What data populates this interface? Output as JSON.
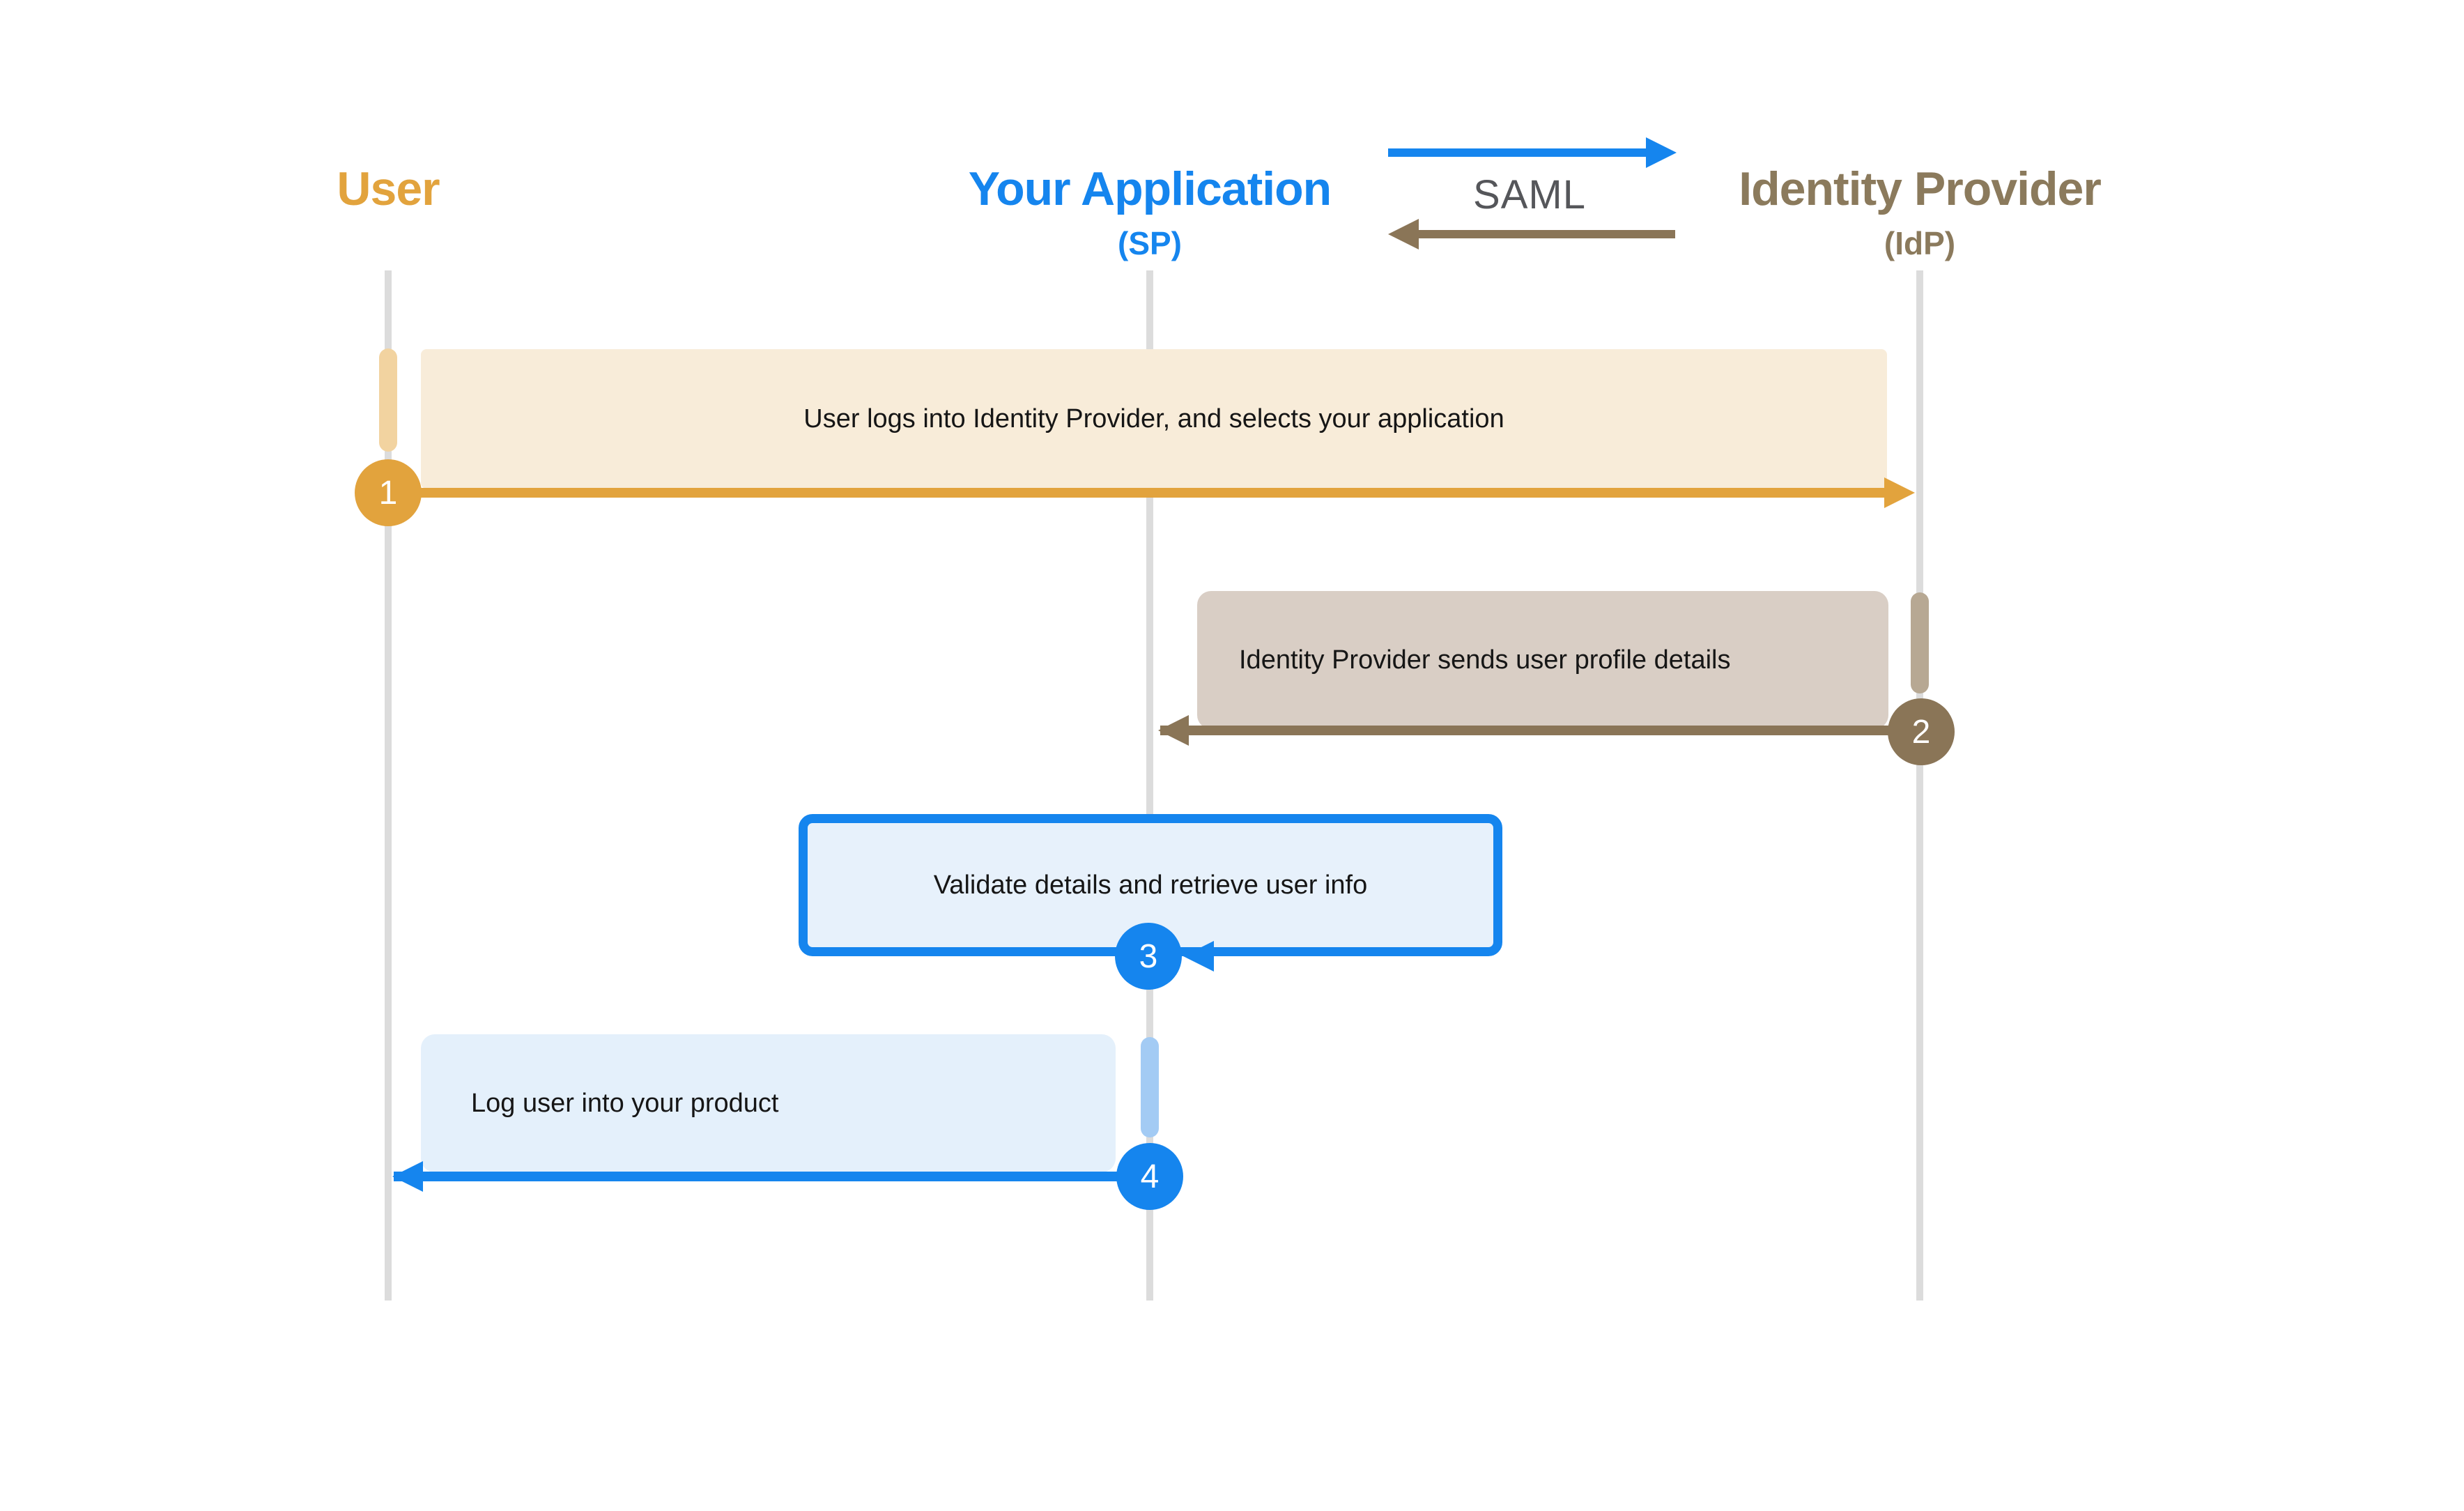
{
  "actors": [
    {
      "name": "User",
      "subtitle": ""
    },
    {
      "name": "Your Application",
      "subtitle": "(SP)"
    },
    {
      "name": "Identity Provider",
      "subtitle": "(IdP)"
    }
  ],
  "legend": {
    "label": "SAML"
  },
  "steps": [
    {
      "number": "1",
      "label": "User logs into Identity Provider, and selects your application",
      "from": "User",
      "to": "Identity Provider"
    },
    {
      "number": "2",
      "label": "Identity Provider sends user profile details",
      "from": "Identity Provider",
      "to": "Your Application"
    },
    {
      "number": "3",
      "label": "Validate details and retrieve user info",
      "from": "Your Application",
      "to": "Your Application"
    },
    {
      "number": "4",
      "label": "Log user into your product",
      "from": "Your Application",
      "to": "User"
    }
  ],
  "colors": {
    "background": "#FFFFFF",
    "text": "#161616",
    "lifeline": "#DCDCDC",
    "saml_text": "#55565A",
    "user_accent": "#E2A33D",
    "user_activation": "#F2D3A0",
    "user_box": "#F8ECD9",
    "idp_accent": "#8A7557",
    "idp_title": "#8B7A5C",
    "idp_activation": "#B7A893",
    "idp_box": "#D9CEC5",
    "app_accent": "#1585EE",
    "app_activation": "#A3CBF4",
    "app_box_border_fill": "#E7F1FB",
    "app_box_fill": "#E4F0FB"
  }
}
